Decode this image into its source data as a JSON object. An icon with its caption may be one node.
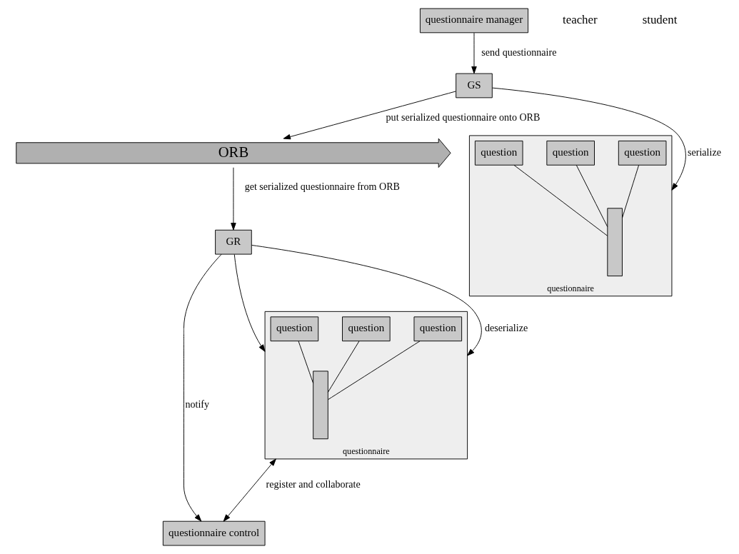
{
  "diagram": {
    "nodes": [
      {
        "text": [
          "questionnaire manager"
        ]
      },
      {
        "text": [
          "GS"
        ]
      },
      {
        "text": [
          "questionnaire"
        ]
      },
      {
        "text": [],
        "shape": "bar",
        "in": 2
      },
      {
        "text": [
          "question"
        ],
        "in": 2
      },
      {
        "text": [
          "question"
        ],
        "in": 2
      },
      {
        "text": [
          "question"
        ],
        "in": 2
      },
      {
        "text": [
          "ORB"
        ]
      },
      {
        "text": [
          "GR"
        ]
      },
      {
        "text": [
          "questionnaire control"
        ]
      },
      {
        "text": [
          "questionnaire"
        ]
      },
      {
        "text": [],
        "shape": "bar",
        "in": 10
      },
      {
        "text": [
          "question"
        ],
        "in": 10
      },
      {
        "text": [
          "question"
        ],
        "in": 10
      },
      {
        "text": [
          "question"
        ],
        "in": 10
      }
    ],
    "edges": [
      {
        "from": 0,
        "to": 1,
        "arrow": "to",
        "label": "send questionnaire"
      },
      {
        "from": 1,
        "to": 2,
        "arrow": "to",
        "label": "serialize"
      },
      {
        "from": 4,
        "to": 3,
        "arrow": "none"
      },
      {
        "from": 5,
        "to": 3,
        "arrow": "none"
      },
      {
        "from": 6,
        "to": 3,
        "arrow": "none"
      },
      {
        "from": 1,
        "to": 7,
        "arrow": "to",
        "label": "put serialized questionnaire onto ORB"
      },
      {
        "from": 7,
        "to": 8,
        "arrow": "to",
        "label": "get serialized questionnaire from ORB"
      },
      {
        "from": 8,
        "to": 10,
        "arrow": "to",
        "label": "deserialize"
      },
      {
        "from": 8,
        "to": 9,
        "arrow": "to",
        "label": "notify"
      },
      {
        "from": 8,
        "to": 10,
        "arrow": "to"
      },
      {
        "from": 12,
        "to": 11,
        "arrow": "none"
      },
      {
        "from": 13,
        "to": 11,
        "arrow": "none"
      },
      {
        "from": 14,
        "to": 11,
        "arrow": "none"
      },
      {
        "from": 10,
        "to": 9,
        "arrow": "both",
        "label": "register and collaborate"
      }
    ],
    "labels": [
      "teacher",
      "student"
    ]
  }
}
